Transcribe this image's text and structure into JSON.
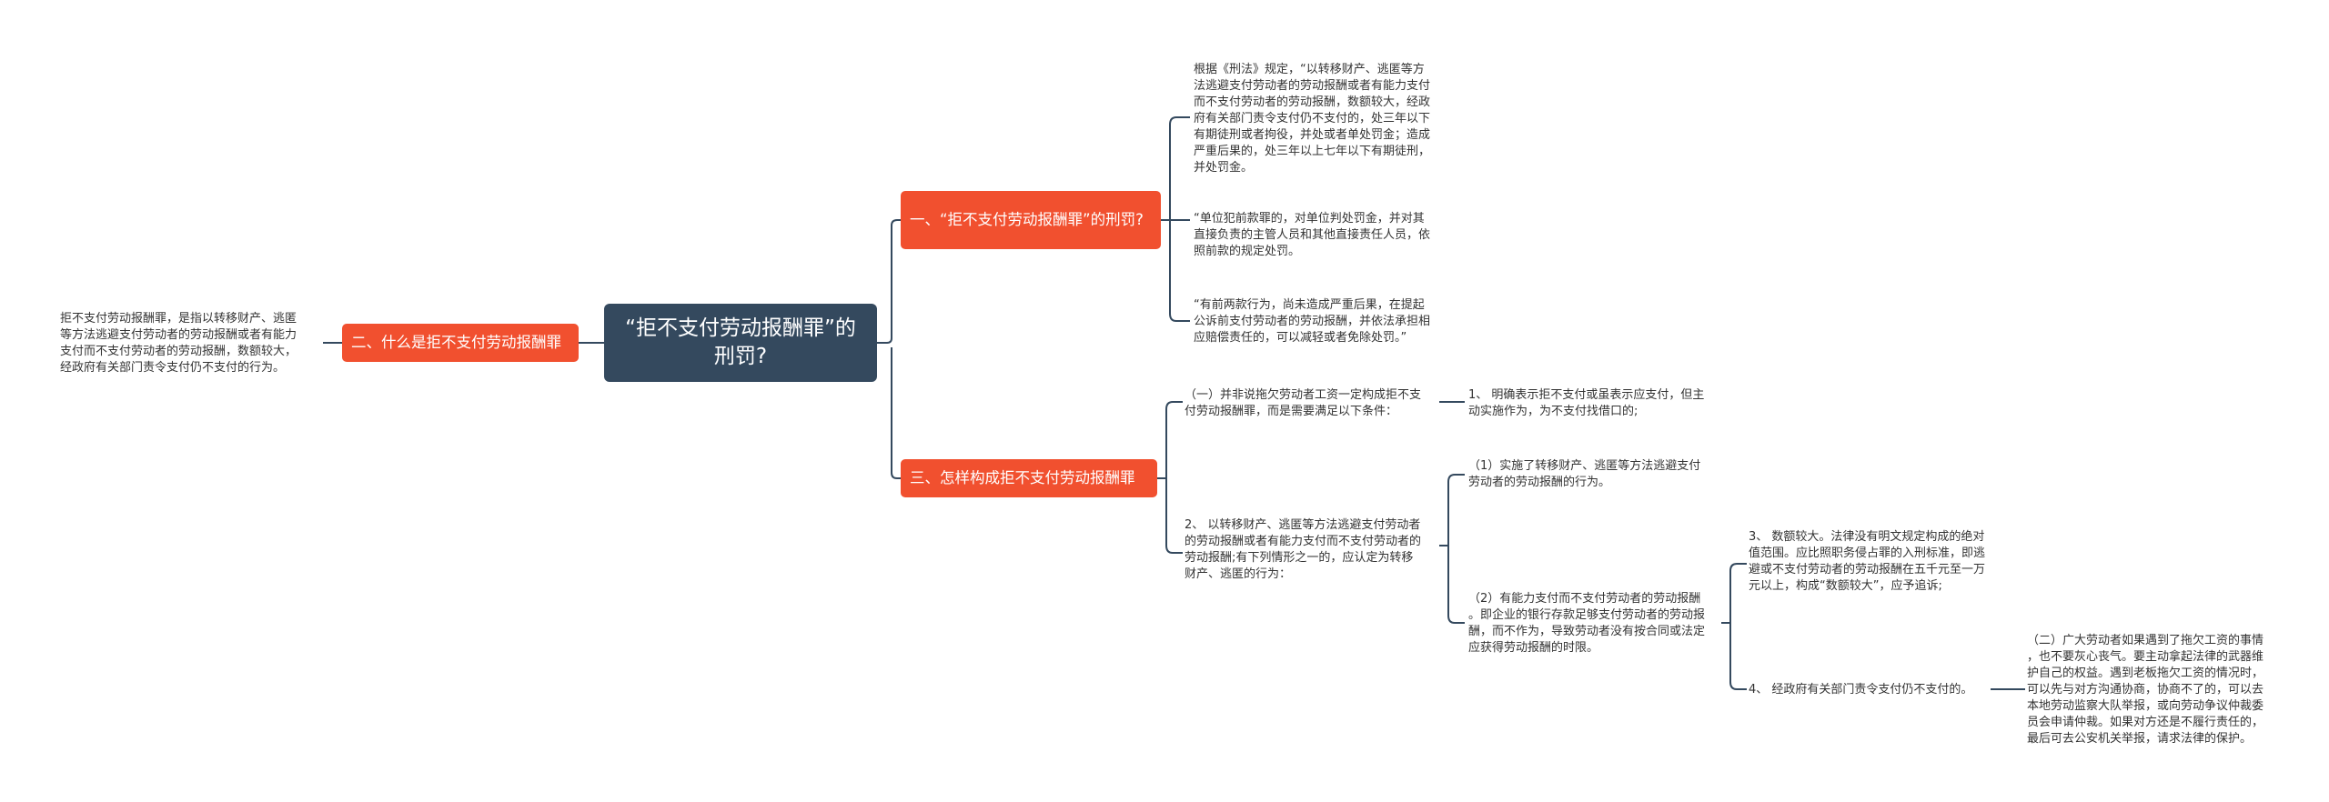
{
  "root": {
    "title": "“拒不支付劳动报酬罪”的刑罚?"
  },
  "left": {
    "branch2": "二、什么是拒不支付劳动报酬罪",
    "definition": [
      "拒不支付劳动报酬罪，是指以转移财产、逃匿",
      "等方法逃避支付劳动者的劳动报酬或者有能力",
      "支付而不支付劳动者的劳动报酬，数额较大，",
      "经政府有关部门责令支付仍不支付的行为。"
    ]
  },
  "branch1": {
    "title": "一、“拒不支付劳动报酬罪”的刑罚?",
    "penalty_main": [
      "根据《刑法》规定，“以转移财产、逃匿等方",
      "法逃避支付劳动者的劳动报酬或者有能力支付",
      "而不支付劳动者的劳动报酬，数额较大，经政",
      "府有关部门责令支付仍不支付的，处三年以下",
      "有期徒刑或者拘役，并处或者单处罚金；造成",
      "严重后果的，处三年以上七年以下有期徒刑，",
      "并处罚金。"
    ],
    "penalty_unit": [
      "“单位犯前款罪的，对单位判处罚金，并对其",
      "直接负责的主管人员和其他直接责任人员，依",
      "照前款的规定处罚。"
    ],
    "penalty_lenient": [
      "“有前两款行为，尚未造成严重后果，在提起",
      "公诉前支付劳动者的劳动报酬，并依法承担相",
      "应赔偿责任的，可以减轻或者免除处罚。”"
    ]
  },
  "branch3": {
    "title": "三、怎样构成拒不支付劳动报酬罪",
    "condition_intro": [
      "（一）并非说拖欠劳动者工资一定构成拒不支",
      "付劳动报酬罪，而是需要满足以下条件："
    ],
    "condition_1": [
      "1、 明确表示拒不支付或虽表示应支付，但主",
      "动实施作为，为不支付找借口的;"
    ],
    "condition_2": [
      "2、 以转移财产、逃匿等方法逃避支付劳动者",
      "的劳动报酬或者有能力支付而不支付劳动者的",
      "劳动报酬;有下列情形之一的，应认定为转移",
      "财产、逃匿的行为："
    ],
    "situation_1": [
      "（1）实施了转移财产、逃匿等方法逃避支付",
      "劳动者的劳动报酬的行为。"
    ],
    "situation_2": [
      "（2）有能力支付而不支付劳动者的劳动报酬",
      "。即企业的银行存款足够支付劳动者的劳动报",
      "酬，而不作为，导致劳动者没有按合同或法定",
      "应获得劳动报酬的时限。"
    ],
    "condition_3": [
      "3、 数额较大。法律没有明文规定构成的绝对",
      "值范围。应比照职务侵占罪的入刑标准，即逃",
      "避或不支付劳动者的劳动报酬在五千元至一万",
      "元以上，构成“数额较大”，应予追诉;"
    ],
    "condition_4": "4、 经政府有关部门责令支付仍不支付的。",
    "worker_advice": [
      "（二）广大劳动者如果遇到了拖欠工资的事情",
      "，也不要灰心丧气。要主动拿起法律的武器维",
      "护自己的权益。遇到老板拖欠工资的情况时，",
      "可以先与对方沟通协商，协商不了的，可以去",
      "本地劳动监察大队举报，或向劳动争议仲裁委",
      "员会申请仲裁。如果对方还是不履行责任的，",
      "最后可去公安机关举报，请求法律的保护。"
    ]
  },
  "colors": {
    "root": "#34495e",
    "branch": "#f1502f",
    "line": "#34495e"
  }
}
